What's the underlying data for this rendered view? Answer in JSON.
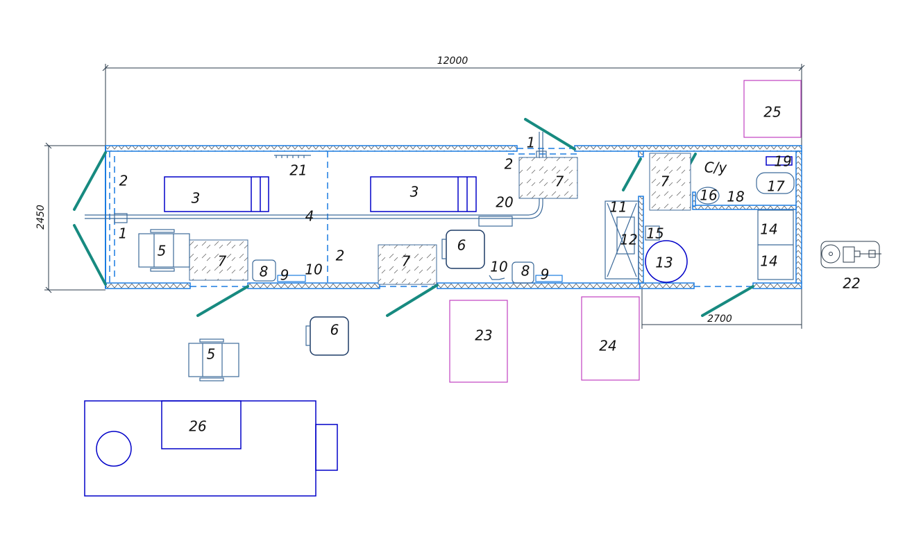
{
  "dimensions": {
    "length": "12000",
    "width": "2450",
    "section": "2700"
  },
  "room_label": "С/у",
  "labels": {
    "n1": "1",
    "n2": "2",
    "n3": "3",
    "n4": "4",
    "n5": "5",
    "n6": "6",
    "n7": "7",
    "n8": "8",
    "n9": "9",
    "n10": "10",
    "n11": "11",
    "n12": "12",
    "n13": "13",
    "n14": "14",
    "n15": "15",
    "n16": "16",
    "n17": "17",
    "n18": "18",
    "n19": "19",
    "n20": "20",
    "n21": "21",
    "n22": "22",
    "n23": "23",
    "n24": "24",
    "n25": "25",
    "n26": "26"
  },
  "colors": {
    "wall": "#1a7be0",
    "door": "#178a80",
    "equipment": "#0000c8",
    "external": "#c040c0"
  }
}
